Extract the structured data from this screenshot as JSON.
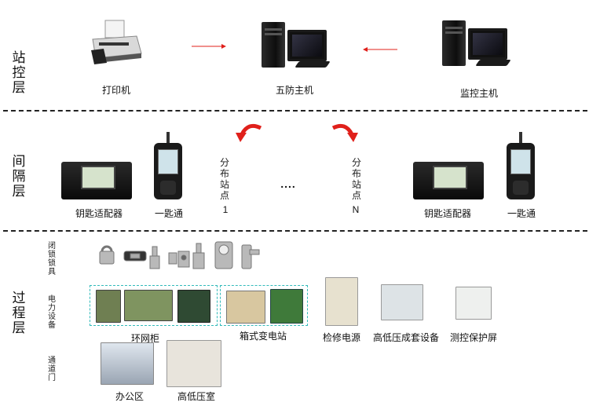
{
  "layers": {
    "station": "站控层",
    "bay": "间隔层",
    "process": "过程层"
  },
  "station": {
    "printer": "打印机",
    "five_prevention_host": "五防主机",
    "monitor_host": "监控主机"
  },
  "bay": {
    "key_adapter_left": "钥匙适配器",
    "computer_key_left": "一匙通",
    "substation_1_text": "分布站点",
    "substation_1_index": "1",
    "ellipsis": "....",
    "substation_n_text": "分布站点",
    "substation_n_index": "N",
    "key_adapter_right": "钥匙适配器",
    "computer_key_right": "一匙通"
  },
  "process": {
    "locking_devices": "闭锁锁具",
    "power_equipment": "电力设备",
    "passage_door": "通道门",
    "ring_main_unit": "环网柜",
    "box_substation": "箱式变电站",
    "maintenance_power": "检修电源",
    "hv_lv_switchgear": "高低压成套设备",
    "protection_panel": "测控保护屏",
    "office_area": "办公区",
    "hv_lv_room": "高低压室"
  },
  "colors": {
    "arrow_red": "#e0201b",
    "dash_box": "#33bbbb",
    "separator": "#222222"
  }
}
